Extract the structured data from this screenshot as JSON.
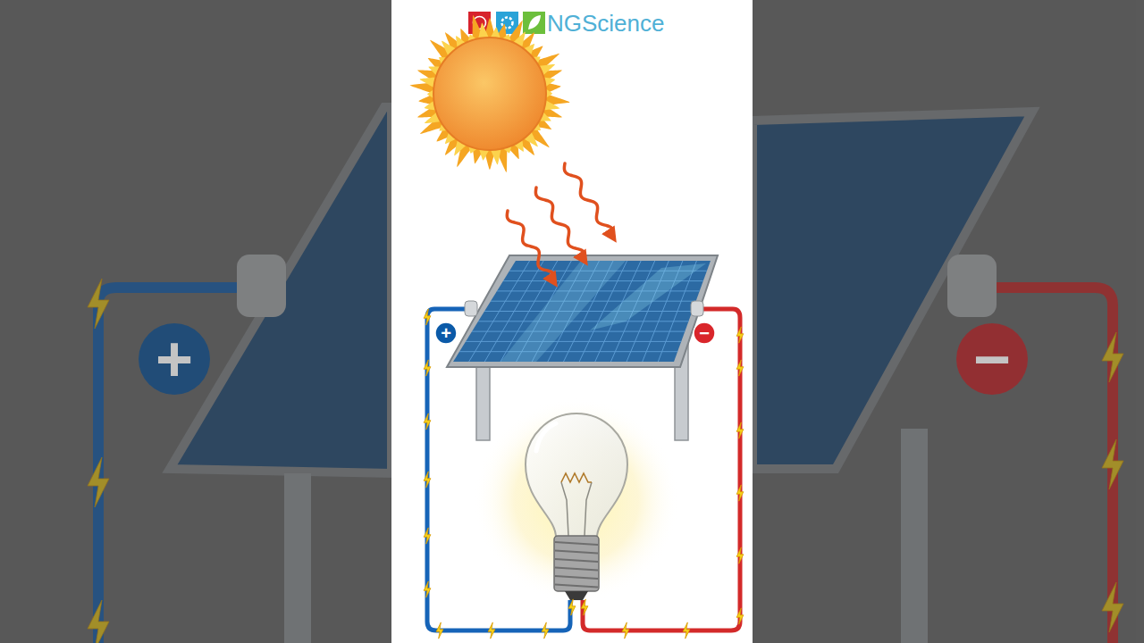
{
  "diagram": {
    "labels": [
      "NGScience",
      "+",
      "−",
      "+",
      "−"
    ]
  }
}
